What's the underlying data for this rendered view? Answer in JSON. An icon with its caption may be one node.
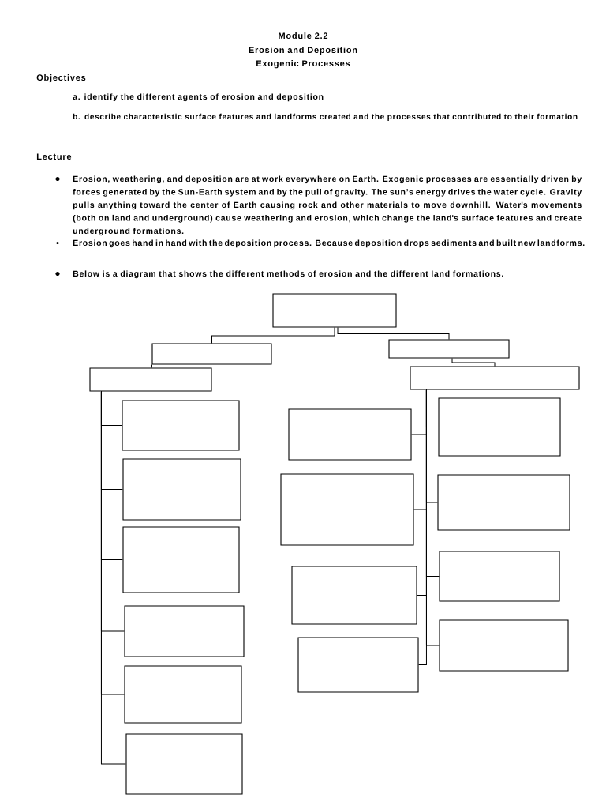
{
  "diagram": {
    "title": "Module 2.2",
    "nodes": [
      {
        "text": [],
        "shape": "box"
      },
      {
        "text": [],
        "shape": "box"
      },
      {
        "text": [],
        "shape": "box"
      },
      {
        "text": [],
        "shape": "box"
      },
      {
        "text": [],
        "shape": "box"
      },
      {
        "text": [],
        "shape": "box"
      },
      {
        "text": [],
        "shape": "box"
      },
      {
        "text": [],
        "shape": "box"
      },
      {
        "text": [],
        "shape": "box"
      },
      {
        "text": [],
        "shape": "box"
      },
      {
        "text": [],
        "shape": "box"
      },
      {
        "text": [],
        "shape": "box"
      },
      {
        "text": [],
        "shape": "box"
      },
      {
        "text": [],
        "shape": "box"
      },
      {
        "text": [],
        "shape": "box"
      },
      {
        "text": [],
        "shape": "box"
      },
      {
        "text": [],
        "shape": "box"
      },
      {
        "text": [],
        "shape": "box"
      },
      {
        "text": [],
        "shape": "box"
      }
    ],
    "edges": [
      {
        "from": 0,
        "to": 1,
        "arrow": "none"
      },
      {
        "from": 0,
        "to": 2,
        "arrow": "none"
      },
      {
        "from": 1,
        "to": 3,
        "arrow": "none"
      },
      {
        "from": 2,
        "to": 4,
        "arrow": "none"
      },
      {
        "from": 3,
        "to": 5,
        "arrow": "none"
      },
      {
        "from": 3,
        "to": 6,
        "arrow": "none"
      },
      {
        "from": 3,
        "to": 7,
        "arrow": "none"
      },
      {
        "from": 3,
        "to": 8,
        "arrow": "none"
      },
      {
        "from": 3,
        "to": 9,
        "arrow": "none"
      },
      {
        "from": 3,
        "to": 10,
        "arrow": "none"
      },
      {
        "from": 4,
        "to": 11,
        "arrow": "none"
      },
      {
        "from": 4,
        "to": 12,
        "arrow": "none"
      },
      {
        "from": 4,
        "to": 13,
        "arrow": "none"
      },
      {
        "from": 4,
        "to": 14,
        "arrow": "none"
      },
      {
        "from": 4,
        "to": 15,
        "arrow": "none"
      },
      {
        "from": 4,
        "to": 16,
        "arrow": "none"
      },
      {
        "from": 4,
        "to": 17,
        "arrow": "none"
      },
      {
        "from": 4,
        "to": 18,
        "arrow": "none"
      }
    ],
    "labels": [
      "Erosion and Deposition",
      "Exogenic Processes",
      "Objectives",
      "a. identify the different agents of erosion and deposition",
      "b. describe characteristic surface features and landforms created and the processes that contributed to their formation",
      "Lecture",
      "Erosion, weathering, and deposition are at work everywhere on Earth.  Exogenic processes are essentially driven by forces generated by the Sun-Earth system and by the pull of gravity. The sun’s energy drives the water cycle. Gravity pulls anything  toward the center of Earth causing rock and other materials to move downhill.  Water's movements (both on land and underground) cause weathering and erosion, which change the land's surface features and create underground formations.",
      "Erosion goes hand in hand with the deposition process. Because deposition drops sediments and built new landforms.",
      "Below is a diagram that shows the different methods of erosion and the different land formations."
    ]
  }
}
